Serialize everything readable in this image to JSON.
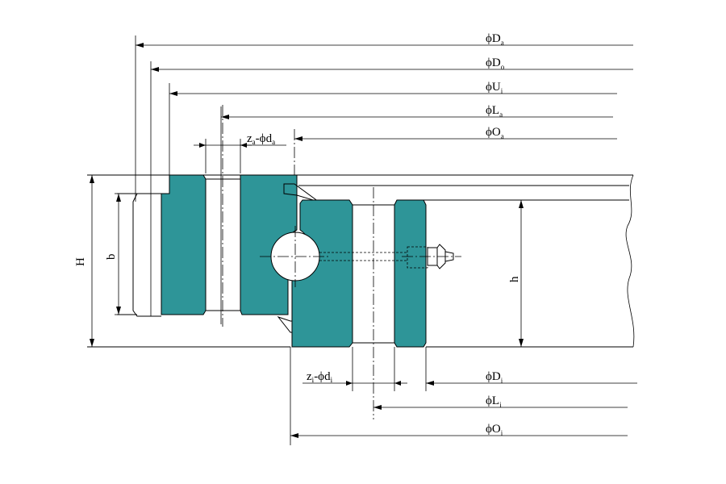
{
  "colors": {
    "ring_fill": "#2e9598",
    "line": "#000000",
    "background": "#ffffff"
  },
  "dimensions": {
    "outer_top": [
      {
        "name": "dim-Da",
        "main": "ϕD",
        "sub": "a"
      },
      {
        "name": "dim-Do",
        "main": "ϕD",
        "sub": "o"
      },
      {
        "name": "dim-Ui",
        "main": "ϕU",
        "sub": "i"
      },
      {
        "name": "dim-La",
        "main": "ϕL",
        "sub": "a"
      },
      {
        "name": "dim-Oa",
        "main": "ϕO",
        "sub": "a"
      }
    ],
    "inner_bottom": [
      {
        "name": "dim-Di",
        "main": "ϕD",
        "sub": "i"
      },
      {
        "name": "dim-Li",
        "main": "ϕL",
        "sub": "i"
      },
      {
        "name": "dim-Oi",
        "main": "ϕO",
        "sub": "i"
      }
    ],
    "outer_bolt": {
      "z": "z",
      "z_sub": "a",
      "sep": "-ϕd",
      "d_sub": "a"
    },
    "inner_bolt": {
      "z": "z",
      "z_sub": "i",
      "sep": "-ϕd",
      "d_sub": "i"
    },
    "height_H": "H",
    "height_b": "b",
    "height_h": "h"
  }
}
